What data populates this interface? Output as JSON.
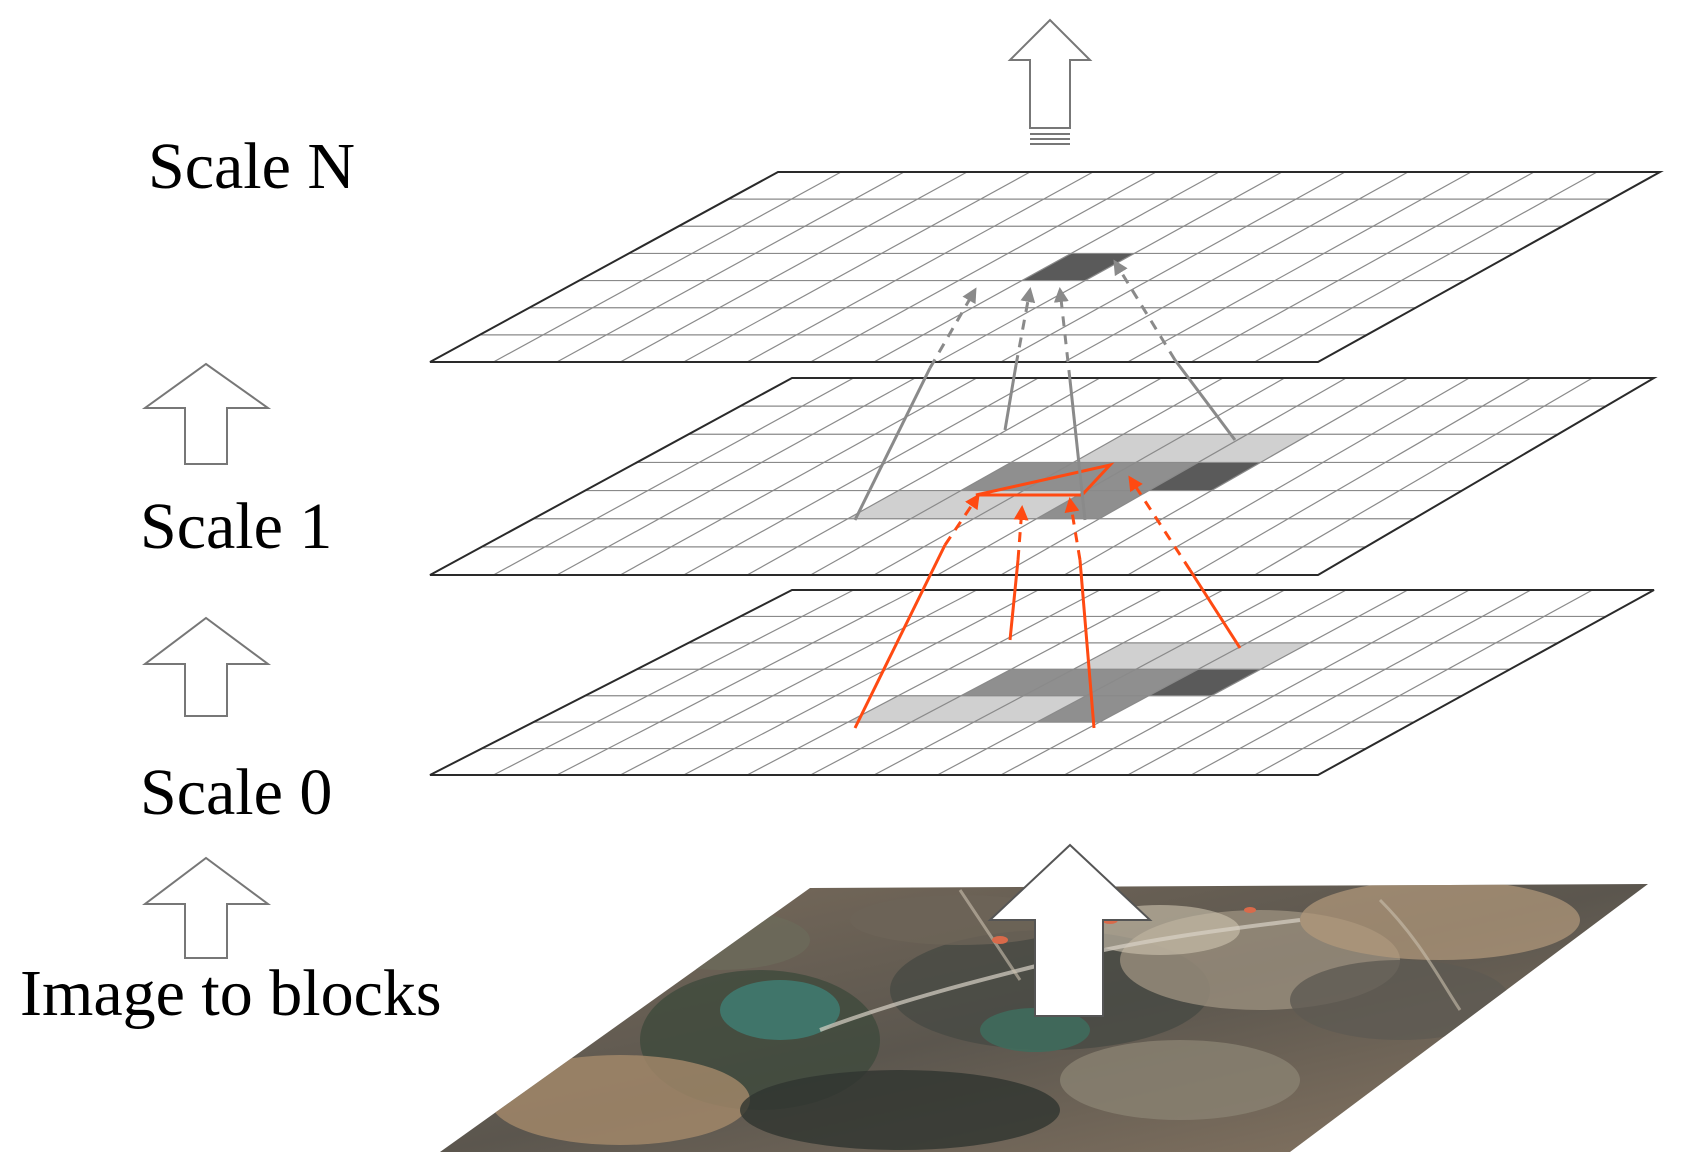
{
  "labels": {
    "scale_n": "Scale N",
    "scale_1": "Scale 1",
    "scale_0": "Scale 0",
    "image_to_blocks": "Image to blocks"
  },
  "colors": {
    "grid_line": "#8a8a8a",
    "grid_border": "#2a2a2a",
    "dark_cell": "#5a5a5a",
    "mid_cell": "#8f8f8f",
    "light_cell": "#d0d0d0",
    "orange": "#ff4a12",
    "gray_arrow": "#8a8a8a",
    "arrow_outline": "#777777"
  },
  "icons": {
    "side_arrows": "hollow-up-arrow",
    "output_arrow": "hollow-up-arrow-with-stripes",
    "main_arrow": "hollow-up-arrow"
  }
}
